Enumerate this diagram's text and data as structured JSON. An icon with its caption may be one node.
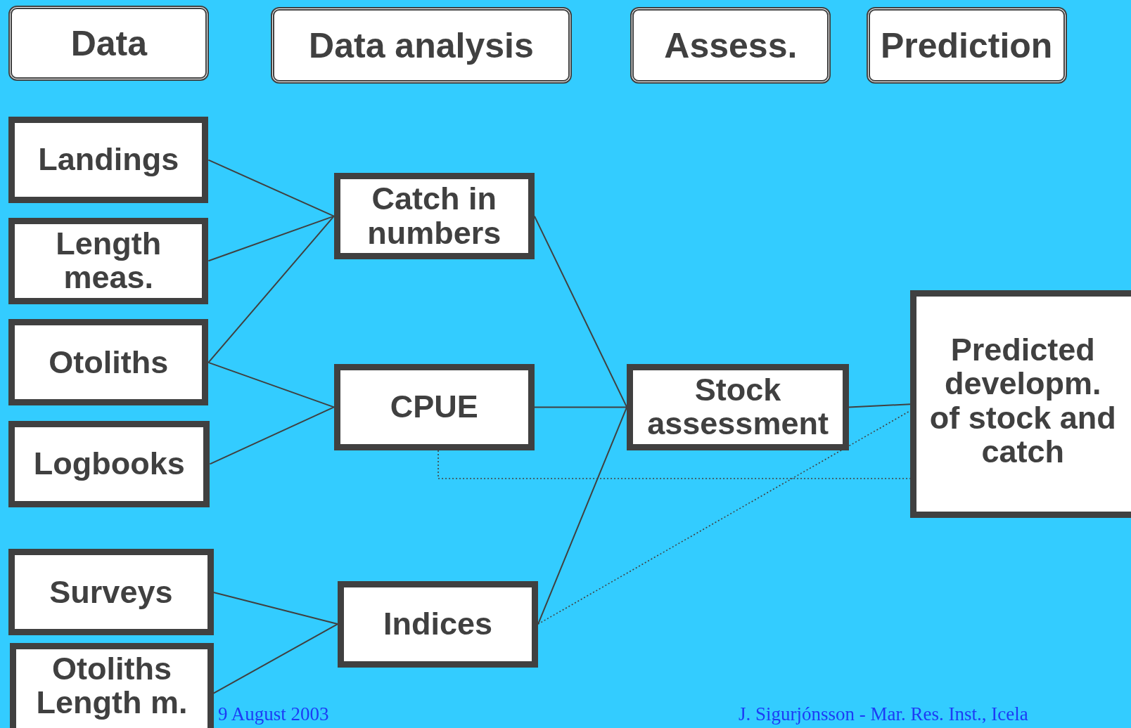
{
  "diagram": {
    "nodes": [
      {
        "text": [
          "Data"
        ]
      },
      {
        "text": [
          "Data analysis"
        ]
      },
      {
        "text": [
          "Assess."
        ]
      },
      {
        "text": [
          "Prediction"
        ]
      },
      {
        "text": [
          "Landings"
        ]
      },
      {
        "text": [
          "Length meas."
        ]
      },
      {
        "text": [
          "Otoliths"
        ]
      },
      {
        "text": [
          "Logbooks"
        ]
      },
      {
        "text": [
          "Surveys"
        ]
      },
      {
        "text": [
          "Otoliths Length m."
        ]
      },
      {
        "text": [
          "Catch in numbers"
        ]
      },
      {
        "text": [
          "CPUE"
        ]
      },
      {
        "text": [
          "Indices"
        ]
      },
      {
        "text": [
          "Stock assessment"
        ]
      },
      {
        "text": [
          "Predicted developm. of stock and catch"
        ]
      }
    ],
    "edges": [
      {
        "from": 4,
        "to": 10,
        "arrow": "none"
      },
      {
        "from": 5,
        "to": 10,
        "arrow": "none"
      },
      {
        "from": 6,
        "to": 10,
        "arrow": "none"
      },
      {
        "from": 6,
        "to": 11,
        "arrow": "none"
      },
      {
        "from": 7,
        "to": 11,
        "arrow": "none"
      },
      {
        "from": 8,
        "to": 12,
        "arrow": "none"
      },
      {
        "from": 9,
        "to": 12,
        "arrow": "none"
      },
      {
        "from": 10,
        "to": 13,
        "arrow": "none"
      },
      {
        "from": 11,
        "to": 13,
        "arrow": "none"
      },
      {
        "from": 12,
        "to": 13,
        "arrow": "none"
      },
      {
        "from": 13,
        "to": 14,
        "arrow": "none"
      },
      {
        "from": 11,
        "to": 14,
        "arrow": "none",
        "style": "dashed"
      },
      {
        "from": 12,
        "to": 14,
        "arrow": "none",
        "style": "dashed"
      }
    ],
    "labels": [
      "9 August 2003",
      "J. Sigurjónsson - Mar. Res. Inst., Icela"
    ]
  }
}
